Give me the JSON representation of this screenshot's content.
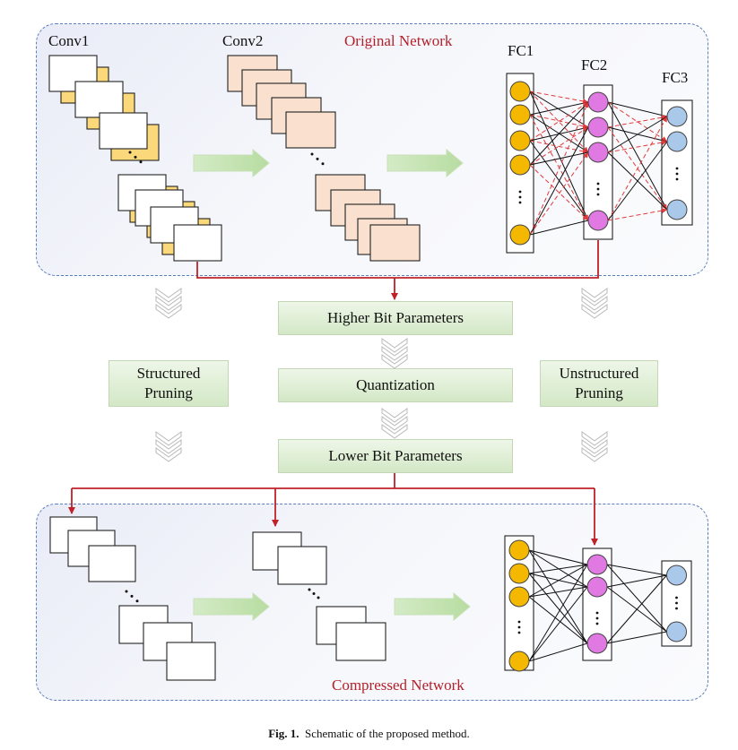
{
  "original_network": {
    "title": "Original Network",
    "conv1_label": "Conv1",
    "conv2_label": "Conv2",
    "fc1_label": "FC1",
    "fc2_label": "FC2",
    "fc3_label": "FC3"
  },
  "compressed_network": {
    "title": "Compressed Network"
  },
  "process": {
    "higher_bit": "Higher Bit Parameters",
    "quantization": "Quantization",
    "lower_bit": "Lower Bit Parameters",
    "structured_pruning": "Structured Pruning",
    "unstructured_pruning": "Unstructured Pruning"
  },
  "caption": {
    "prefix": "Fig. 1.",
    "text": "Schematic of the proposed method."
  },
  "colors": {
    "conv1_fill": "#fbd97a",
    "conv2_fill": "#f9e0cf",
    "fc1_node": "#f5b800",
    "fc2_node": "#e07ae2",
    "fc3_node": "#a9c8ea",
    "arrow_red": "#c0202a",
    "border_blue": "#5b7fbd"
  }
}
